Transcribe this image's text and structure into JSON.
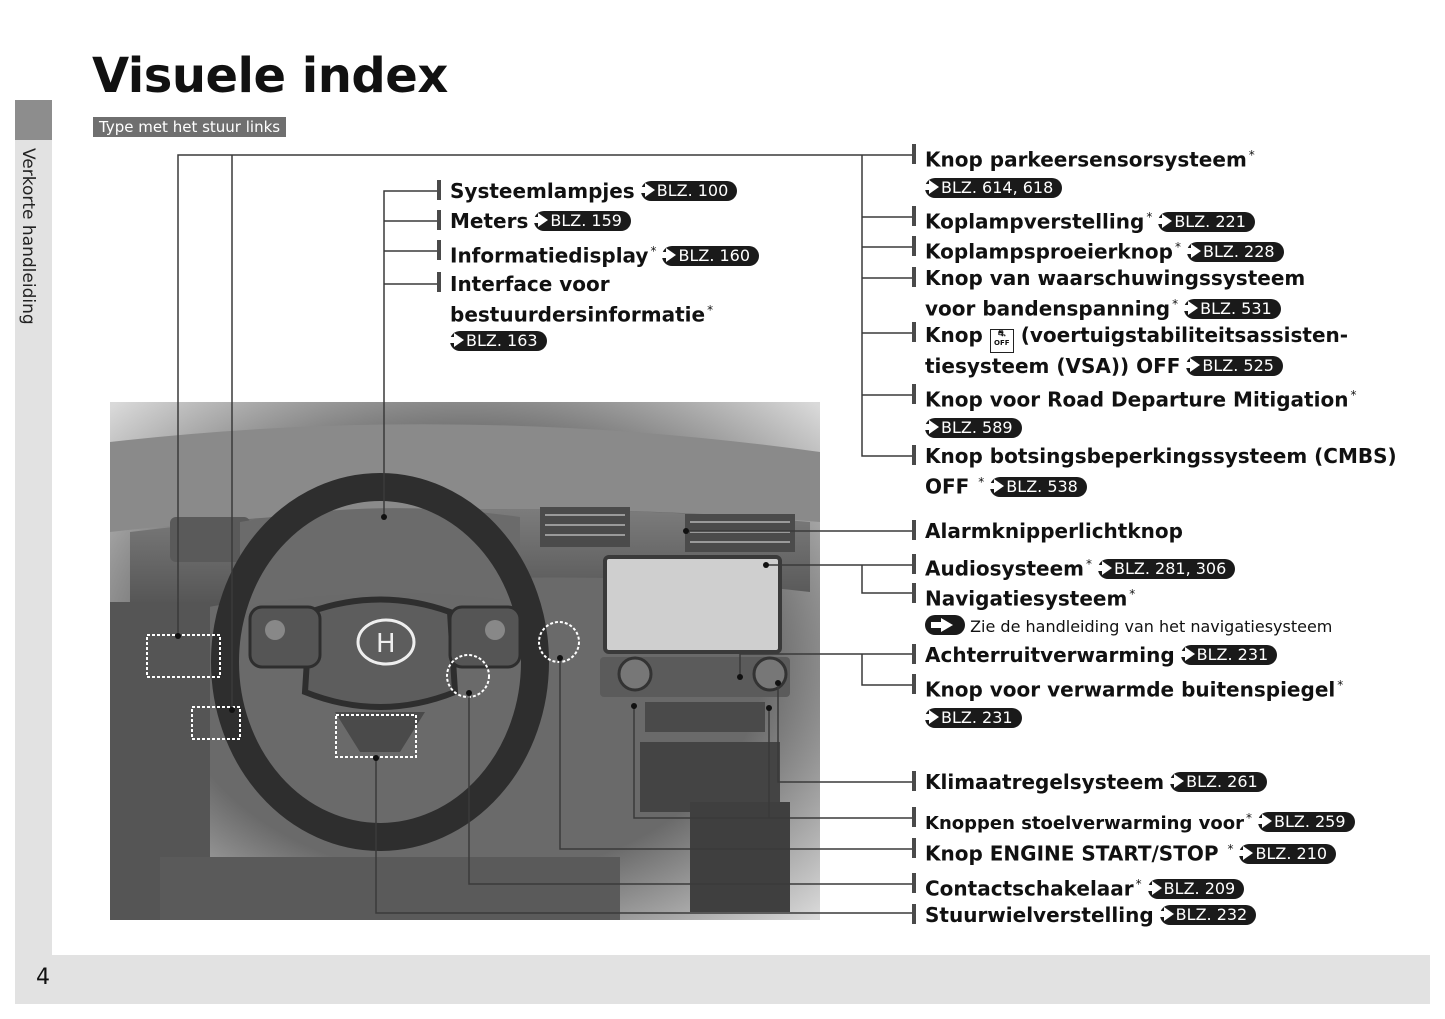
{
  "page": {
    "title": "Visuele index",
    "subtitle": "Type met het stuur links",
    "side_label": "Verkorte handleiding",
    "page_number": "4"
  },
  "ref_prefix": "BLZ.",
  "labels_top": [
    {
      "text": "Systeemlampjes",
      "ref": "BLZ. 100"
    },
    {
      "text": "Meters",
      "ref": "BLZ. 159"
    },
    {
      "text": "Informatiedisplay",
      "ref": "BLZ. 160",
      "star": "*"
    },
    {
      "text": "Interface voor",
      "text2": "bestuurdersinformatie",
      "ref": "BLZ. 163",
      "star": "*"
    }
  ],
  "labels_right": [
    {
      "text": "Knop parkeersensorsysteem",
      "star": "*",
      "ref": "BLZ. 614, 618"
    },
    {
      "text": "Koplampverstelling",
      "star": "*",
      "ref": "BLZ. 221"
    },
    {
      "text": "Koplampsproeierknop",
      "star": "*",
      "ref": "BLZ. 228"
    },
    {
      "text": "Knop van waarschuwingssysteem",
      "text2": "voor bandenspanning",
      "star": "*",
      "ref": "BLZ. 531"
    },
    {
      "text_a": "Knop",
      "text_b": "(voertuigstabiliteitsassisten-",
      "text2": "tiesysteem (VSA)) OFF",
      "ref": "BLZ. 525",
      "icon_text": "OFF"
    },
    {
      "text": "Knop voor Road Departure Mitigation",
      "star": "*",
      "ref": "BLZ. 589"
    },
    {
      "text": "Knop botsingsbeperkingssysteem (CMBS)",
      "text2": "OFF",
      "star": "*",
      "ref": "BLZ. 538"
    },
    {
      "text": "Alarmknipperlichtknop"
    },
    {
      "text": "Audiosysteem",
      "star": "*",
      "ref": "BLZ. 281, 306"
    },
    {
      "text": "Navigatiesysteem",
      "star": "*",
      "note": "Zie de handleiding van het navigatiesysteem"
    },
    {
      "text": "Achterruitverwarming",
      "ref": "BLZ. 231"
    },
    {
      "text": "Knop voor verwarmde buitenspiegel",
      "star": "*",
      "ref": "BLZ. 231"
    },
    {
      "text": "Klimaatregelsysteem",
      "ref": "BLZ. 261"
    },
    {
      "text": "Knoppen stoelverwarming voor",
      "star": "*",
      "ref": "BLZ. 259"
    },
    {
      "text": "Knop ENGINE START/STOP",
      "star": "*",
      "ref": "BLZ. 210"
    },
    {
      "text": "Contactschakelaar",
      "star": "*",
      "ref": "BLZ. 209"
    },
    {
      "text": "Stuurwielverstelling",
      "ref": "BLZ. 232"
    }
  ],
  "colors": {
    "tab": "#8d8d8d",
    "strip": "#e2e2e2",
    "badge": "#1a1a1a",
    "subtitle_bg": "#6f6f6f"
  }
}
